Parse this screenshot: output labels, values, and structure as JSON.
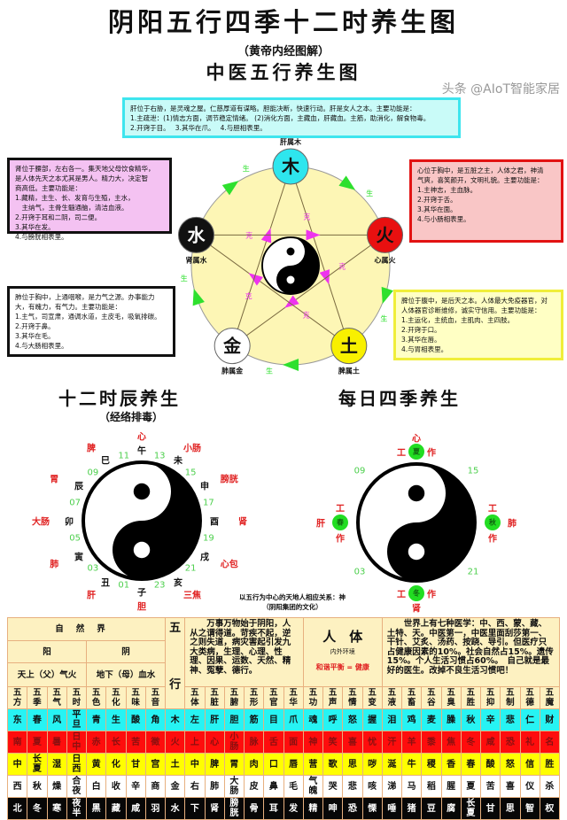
{
  "title": "阴阳五行四季十二时养生图",
  "subtitle": "（黄帝内经图解）",
  "section_wuxing": "中医五行养生图",
  "boxes": {
    "liver": [
      "肝位于右胁，是灵魂之屋。仁慈厚道有谋略。胆能决断，快速行动。肝是女人之本。主要功能是：",
      "1.主疏泄：(1)情志方面，调节稳定情绪。 (2)消化方面，主藏血，肝藏血。主筋，助消化，解食物毒。",
      "2.开窍于目。　 3.其华在爪。　 4.与胆相表里。"
    ],
    "kidney": [
      "肾位于腰部，左右各一。集天地父母饮食精华，",
      "是人体先天之本尤其是男人。精力大，决定智",
      "商高低。主要功能是：",
      "1.藏精，主生、长、发育与生殖，主水，",
      "　主纳气，主骨生髓通脑，清洁血液。",
      "2.开窍于耳和二阴，司二便。",
      "3.其华在发。",
      "4.与膀胱相表里。"
    ],
    "heart": [
      "心位于胸中，是五脏之主，人体之君，神清",
      "气爽，喜笑颜开，文明礼貌。主要功能是：",
      "1.主神志，主血脉。",
      "2.开窍于舌。",
      "3.其华在面。",
      "4.与小肠相表里。"
    ],
    "lung": [
      "肺位于胸中，上通咽喉，是力气之源。办事能力",
      "大，有魄力，有气力。主要功能是：",
      "1.主气，司宣肃，通调水道，主皮毛，吸氧排碳。",
      "2.开窍于鼻。",
      "3.其华在毛。",
      "4.与大肠相表里。"
    ],
    "spleen": [
      "脾位于腹中，是后天之本。人体最大免疫器官，对",
      "人体器官诊断维修，诚实守信用。主要功能是：",
      "1.主运化，主统血，主肌肉、主四肢。",
      "2.开窍于口。",
      "3.其华在唇。",
      "4.与胃相表里。"
    ]
  },
  "wuxing": {
    "nodes": [
      {
        "char": "木",
        "label": "肝属木",
        "color": "#2ee6ee",
        "text": "#111"
      },
      {
        "char": "火",
        "label": "心属火",
        "color": "#e81010",
        "text": "#111"
      },
      {
        "char": "土",
        "label": "脾属土",
        "color": "#f8f000",
        "text": "#111"
      },
      {
        "char": "金",
        "label": "肺属金",
        "color": "#ffffff",
        "text": "#111"
      },
      {
        "char": "水",
        "label": "肾属水",
        "color": "#111111",
        "text": "#fff"
      }
    ],
    "sheng": "生",
    "ke": "克",
    "circle_color": "#fdf6b5",
    "sheng_color": "#2ee02e",
    "ke_color": "#ee33ee"
  },
  "shichen": {
    "title": "十二时辰养生",
    "subtitle": "（经络排毒）",
    "branches": [
      "午",
      "未",
      "申",
      "酉",
      "戌",
      "亥",
      "子",
      "丑",
      "寅",
      "卯",
      "辰",
      "巳"
    ],
    "organs": [
      "心",
      "小肠",
      "膀胱",
      "肾",
      "心包",
      "三焦",
      "胆",
      "肝",
      "肺",
      "大肠",
      "胃",
      "脾"
    ],
    "hours": [
      "13",
      "15",
      "17",
      "19",
      "21",
      "23",
      "01",
      "03",
      "05",
      "07",
      "09",
      "11"
    ]
  },
  "seasons": {
    "title": "每日四季养生",
    "items": [
      {
        "organ": "心",
        "season": "夏"
      },
      {
        "organ": "肺",
        "season": "秋"
      },
      {
        "organ": "肾",
        "season": "冬"
      },
      {
        "organ": "肝",
        "season": "春"
      }
    ],
    "work": [
      "工",
      "作"
    ],
    "hours": [
      "15",
      "21",
      "03",
      "09"
    ]
  },
  "caption": [
    "以五行为中心的天地人相应关系：神",
    "（阴阳集团的文化）"
  ],
  "table": {
    "nature": "自然界",
    "yang": "阳",
    "yin": "阴",
    "heaven": "天上（父）气火",
    "earth": "地下（母）血水",
    "wu": "五",
    "xing": "行",
    "para1": "　　万事万物始于阴阳，人从之谓得道。苛疾不起，逆之则失道，病灾害起引发九大类病，生理、心理、性理、因果、运数、天然、精神、冤孽、德行。",
    "body_title": "人　体",
    "body_sub": "内外环境",
    "balance": "和谐平衡 = 健康",
    "para2": "　　世界上有七种医学：中、西、蒙、藏、土特、天。中医第一，中医里面刮莎第一、干针、艾炙、汤药、按跷、导引。但医疗只占健康因素的10%。社会自然占15%。遗传15%。个人生活习惯占60%。　自己就是最好的医生。改掉不良生活习惯吧！",
    "columns_left": [
      "五方",
      "五季",
      "五气",
      "五时",
      "五色",
      "五化",
      "五味",
      "五音"
    ],
    "columns_right": [
      "五体",
      "五脏",
      "五腑",
      "五形",
      "五官",
      "五华",
      "五功",
      "五声",
      "五情",
      "五变",
      "五液",
      "五畜",
      "五谷",
      "五臭",
      "五胜",
      "五抑",
      "五制",
      "五德",
      "五魔"
    ],
    "rows": [
      {
        "class": "r-cyan",
        "cells": [
          "东",
          "春",
          "风",
          "平旦",
          "青",
          "生",
          "酸",
          "角",
          "木",
          "左",
          "肝",
          "胆",
          "筋",
          "目",
          "爪",
          "魂",
          "呼",
          "怒",
          "握",
          "泪",
          "鸡",
          "麦",
          "臊",
          "秋",
          "辛",
          "悲",
          "仁",
          "财"
        ]
      },
      {
        "class": "r-red",
        "cells": [
          "南",
          "夏",
          "暑",
          "日中",
          "赤",
          "长",
          "苦",
          "徵",
          "火",
          "上",
          "心",
          "小肠",
          "脉",
          "舌",
          "面",
          "神",
          "笑",
          "喜",
          "忧",
          "汗",
          "羊",
          "黍",
          "焦",
          "冬",
          "咸",
          "恐",
          "礼",
          "名"
        ]
      },
      {
        "class": "r-yel",
        "cells": [
          "中",
          "长夏",
          "湿",
          "日西",
          "黄",
          "化",
          "甘",
          "宫",
          "土",
          "中",
          "脾",
          "胃",
          "肉",
          "口",
          "唇",
          "营",
          "歌",
          "思",
          "哕",
          "涎",
          "牛",
          "稷",
          "香",
          "春",
          "酸",
          "怒",
          "信",
          "胜"
        ]
      },
      {
        "class": "r-wht",
        "cells": [
          "西",
          "秋",
          "燥",
          "合夜",
          "白",
          "收",
          "辛",
          "商",
          "金",
          "右",
          "肺",
          "大肠",
          "皮",
          "鼻",
          "毛",
          "气魄",
          "哭",
          "悲",
          "咳",
          "涕",
          "马",
          "稻",
          "腥",
          "夏",
          "苦",
          "喜",
          "仪",
          "杀"
        ]
      },
      {
        "class": "r-blk",
        "cells": [
          "北",
          "冬",
          "寒",
          "夜半",
          "黑",
          "藏",
          "咸",
          "羽",
          "水",
          "下",
          "肾",
          "膀胱",
          "骨",
          "耳",
          "发",
          "精",
          "呻",
          "恐",
          "慄",
          "唾",
          "猪",
          "豆",
          "腐",
          "长夏",
          "甘",
          "思",
          "智",
          "权"
        ]
      }
    ]
  },
  "watermark": "头条 @AIoT智能家居"
}
